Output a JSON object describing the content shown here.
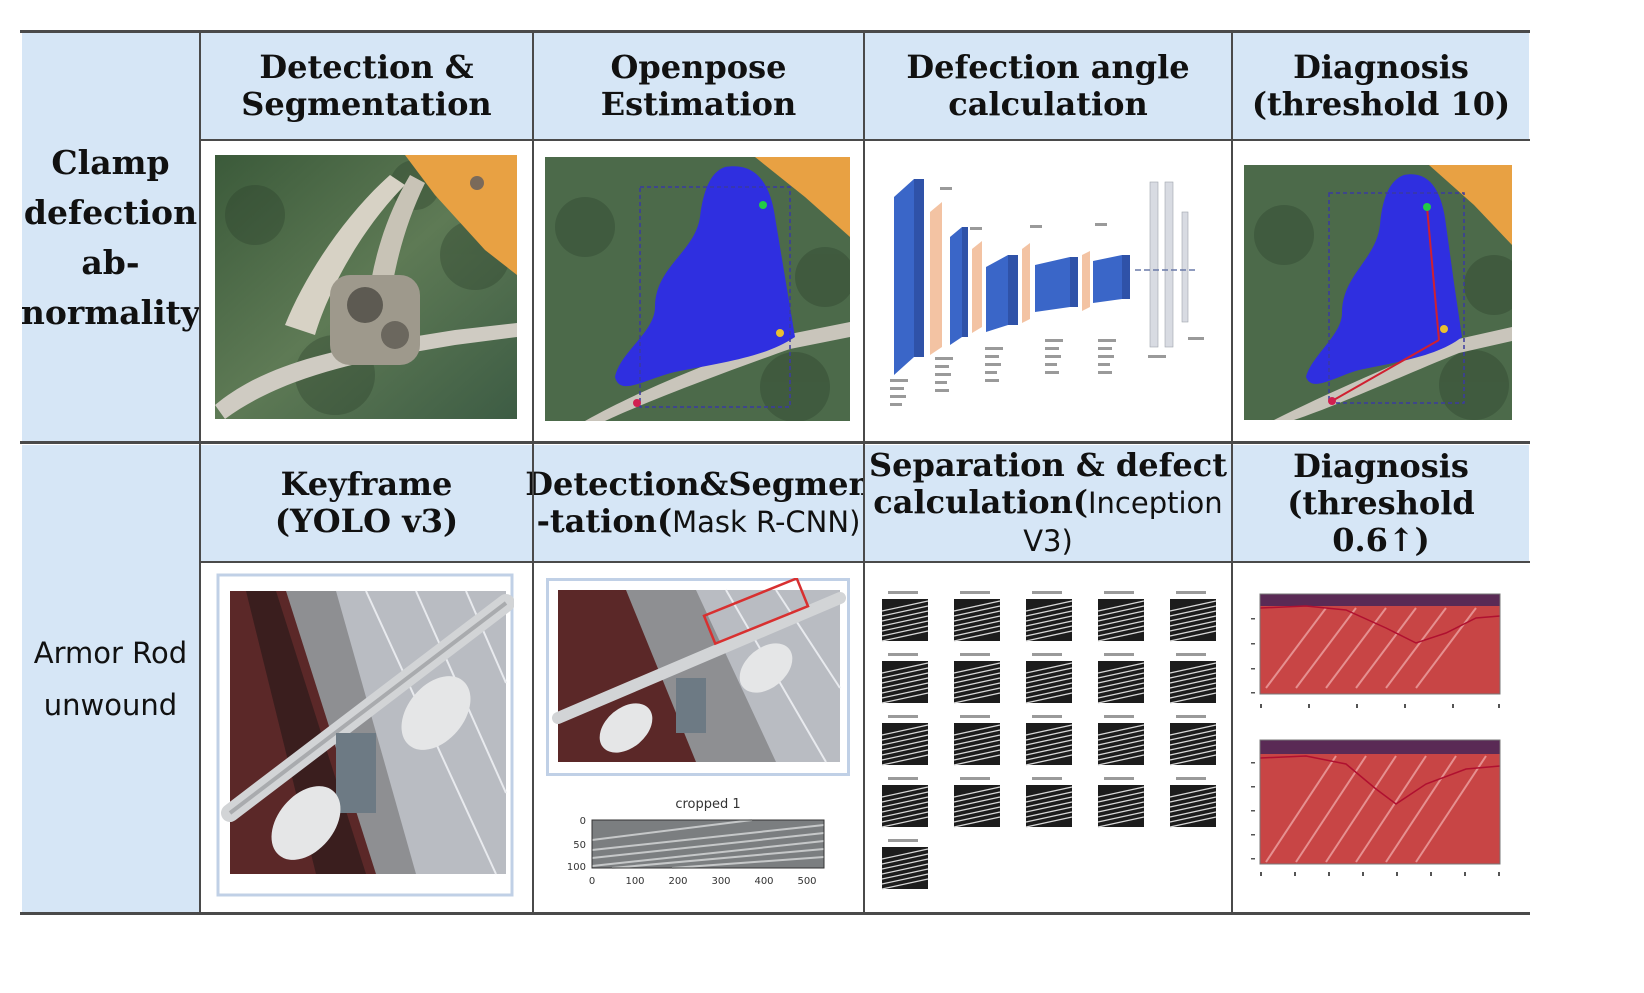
{
  "row1": {
    "label": "Clamp\ndefection\nab-\nnormality",
    "headers": [
      "Detection &\nSegmentation",
      "Openpose\nEstimation",
      "Defection angle\ncalculation",
      "Diagnosis\n(threshold 10)"
    ]
  },
  "row2": {
    "label": "Armor Rod\nunwound",
    "headers": {
      "keyframe": "Keyframe\n(YOLO v3)",
      "det_a": "Detection&Segmen",
      "det_b": "-tation(",
      "det_c": "Mask R-CNN)",
      "sep_a": "Separation & defect",
      "sep_b": "calculation(",
      "sep_c": "Inception V3)",
      "diag": "Diagnosis\n(threshold 0.6↑)"
    },
    "cropped_title": "cropped 1",
    "cropped_yticks": [
      "0",
      "50",
      "100"
    ],
    "cropped_xticks": [
      "0",
      "100",
      "200",
      "300",
      "400",
      "500"
    ]
  },
  "colors": {
    "label_bg": "#d6e6f6",
    "mask_blue": "#2f2fe0",
    "cnn_blue": "#3a66c8",
    "cnn_peach": "#f3c3a3",
    "heat_red": "#d43a3a"
  }
}
